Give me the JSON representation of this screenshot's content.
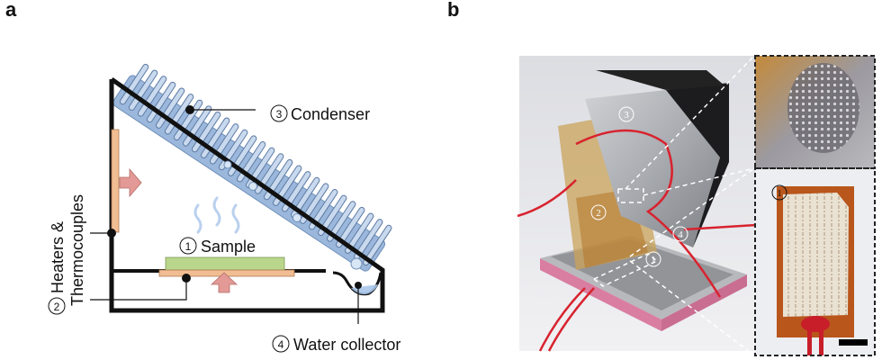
{
  "panels": {
    "a": {
      "label": "a",
      "components": [
        {
          "num": "1",
          "name": "Sample"
        },
        {
          "num": "2",
          "name": "Heaters &",
          "name2": "Thermocouples"
        },
        {
          "num": "3",
          "name": "Condenser"
        },
        {
          "num": "4",
          "name": "Water collector"
        }
      ]
    },
    "b": {
      "label": "b",
      "photo_markers": [
        "3",
        "2",
        "4",
        "1"
      ],
      "inset_marker": "1",
      "description": "Photo of assembled device with insets: condensation droplets on condenser and sample on heater"
    }
  },
  "colors": {
    "condenser": "#9bb8dc",
    "condenser_edge": "#6f8fb8",
    "heater": "#f1bd93",
    "sample": "#b9d68c",
    "arrow": "#e39a96",
    "frame": "#111111",
    "water": "#a9c6ea"
  }
}
